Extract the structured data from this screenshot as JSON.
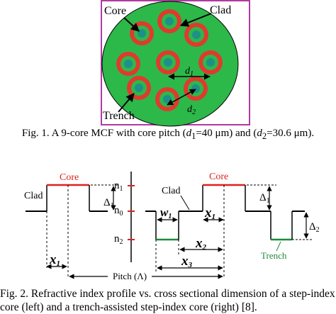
{
  "figure1": {
    "labels": {
      "core": "Core",
      "clad": "Clad",
      "trench": "Trench",
      "d1_base": "d",
      "d1_sub": "1",
      "d2_base": "d",
      "d2_sub": "2"
    },
    "caption": {
      "prefix": "Fig. 1. A 9-core MCF with core pitch (",
      "d1_var": "d",
      "d1_sub": "1",
      "d1_val": "=40 μm) and (",
      "d2_var": "d",
      "d2_sub": "2",
      "d2_val": "=30.6 μm)."
    },
    "colors": {
      "clad": "#2db84a",
      "trench": "#e03a2e",
      "core": "#1f8f8a",
      "border": "#b13aa0"
    }
  },
  "figure2": {
    "left": {
      "core_label": "Core",
      "clad_label": "Clad",
      "x1": "x",
      "x1_sub": "1",
      "delta1": "Δ",
      "delta1_sub": "1"
    },
    "axis": {
      "n1": "n",
      "n1_sub": "1",
      "n0": "n",
      "n0_sub": "0",
      "n2": "n",
      "n2_sub": "2"
    },
    "right": {
      "core_label": "Core",
      "clad_label": "Clad",
      "trench_label": "Trench",
      "w1": "w",
      "w1_sub": "1",
      "x1": "x",
      "x1_sub": "1",
      "x2": "x",
      "x2_sub": "2",
      "x3": "x",
      "x3_sub": "3",
      "delta1": "Δ",
      "delta1_sub": "1",
      "delta2": "Δ",
      "delta2_sub": "2"
    },
    "pitch_label": "Pitch (Λ)",
    "caption_line1": "Fig. 2.  Refractive index profile vs. cross sectional dimension of a step-index",
    "caption_line2": "core (left) and a trench-assisted step-index core (right) [8].",
    "colors": {
      "core": "#e02020",
      "trench": "#1f8a3a"
    }
  }
}
